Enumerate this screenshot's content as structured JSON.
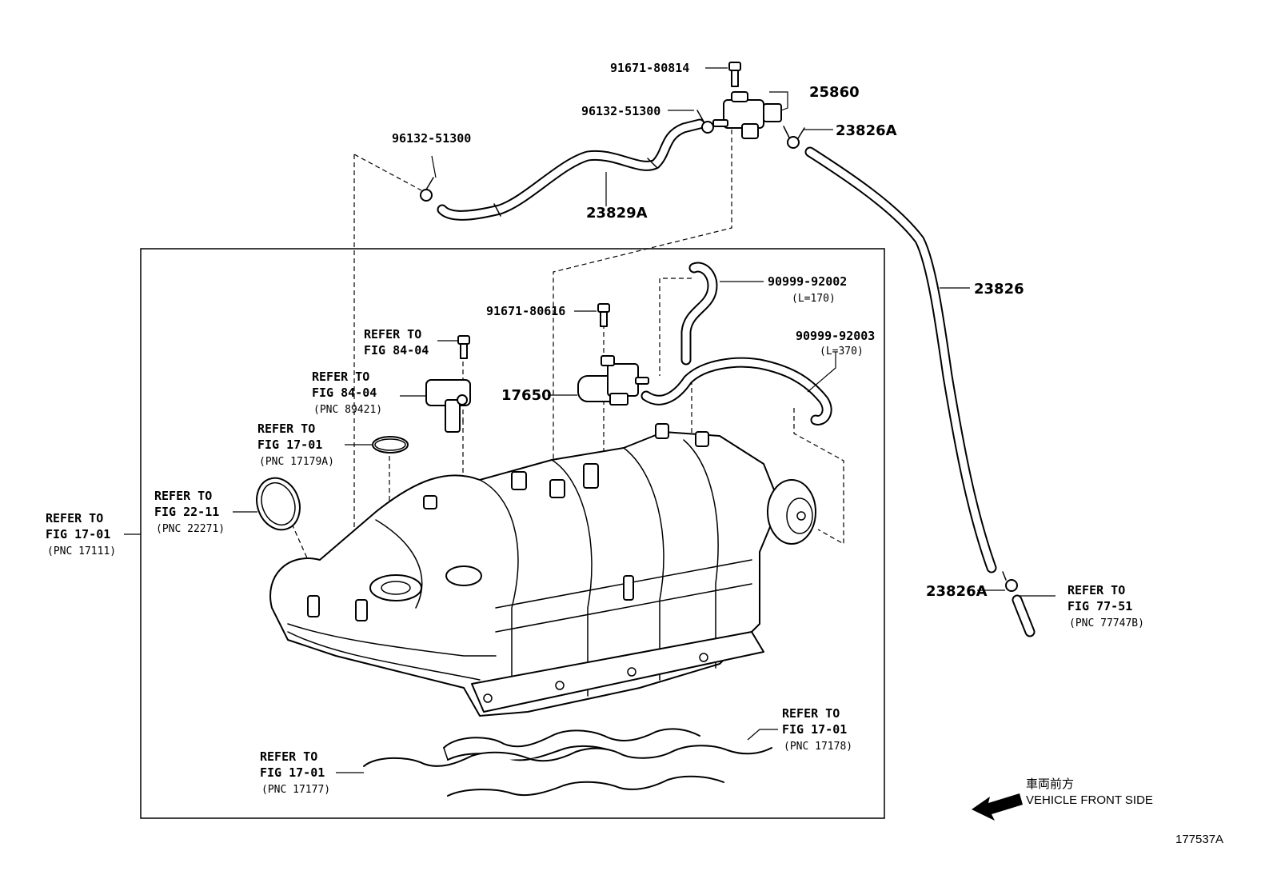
{
  "labels": {
    "p91671_80814": "91671-80814",
    "p25860": "25860",
    "p96132_51300_top": "96132-51300",
    "p23826A_top": "23826A",
    "p96132_51300_left": "96132-51300",
    "p23829A": "23829A",
    "p23826": "23826",
    "p90999_92002": "90999-92002",
    "p90999_92002_len": "(L=170)",
    "p91671_80616": "91671-80616",
    "p90999_92003": "90999-92003",
    "p90999_92003_len": "(L=370)",
    "p17650": "17650",
    "p23826A_bottom": "23826A",
    "diagram_id": "177537A"
  },
  "refs": {
    "refer_to": "REFER TO",
    "fig_84_04_a": "FIG 84-04",
    "fig_84_04_b": "FIG 84-04",
    "pnc_89421": "(PNC 89421)",
    "fig_17_01_a": "FIG 17-01",
    "pnc_17179A": "(PNC 17179A)",
    "fig_22_11": "FIG 22-11",
    "pnc_22271": "(PNC 22271)",
    "fig_17_01_b": "FIG 17-01",
    "pnc_17111": "(PNC 17111)",
    "fig_77_51": "FIG 77-51",
    "pnc_77747B": "(PNC 77747B)",
    "fig_17_01_c": "FIG 17-01",
    "pnc_17178": "(PNC 17178)",
    "fig_17_01_d": "FIG 17-01",
    "pnc_17177": "(PNC 17177)"
  },
  "direction": {
    "japanese": "車両前方",
    "english": "VEHICLE FRONT SIDE"
  }
}
